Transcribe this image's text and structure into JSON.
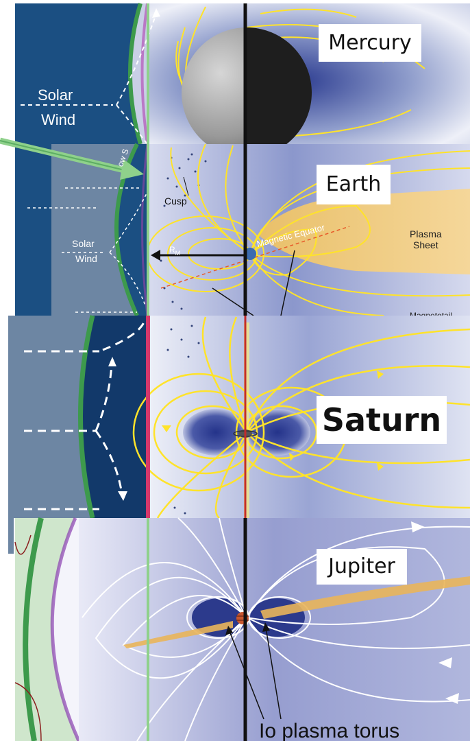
{
  "panels": {
    "mercury": {
      "planet_label": "Mercury",
      "solar_wind_line1": "Solar",
      "solar_wind_line2": "Wind"
    },
    "earth": {
      "planet_label": "Earth",
      "solar_wind_line1": "Solar",
      "solar_wind_line2": "Wind",
      "cusp": "Cusp",
      "rm": "R",
      "rm_sub": "M",
      "magnetic_equator": "Magnetic Equator",
      "plasma_sheet_line1": "Plasma",
      "plasma_sheet_line2": "Sheet",
      "bow_shock_fragment": "ow S",
      "magnetotail_fragment": "Magnetotail"
    },
    "saturn": {
      "planet_label": "Saturn"
    },
    "jupiter": {
      "planet_label": "Jupiter",
      "io_torus": "Io plasma torus"
    }
  },
  "colors": {
    "solar_wind_dark": "#1b4f82",
    "solar_wind_light": "#6d86a3",
    "field_line_yellow": "#ffe32a",
    "magnetosphere_blue": "#3a4ea0",
    "bow_shock_green": "#3d9a4c",
    "reference_green": "#8fd18b",
    "saturn_pink": "#d6386b",
    "jupiter_bg": "#cfe6cc",
    "plasma_sheet": "#f1c878"
  }
}
